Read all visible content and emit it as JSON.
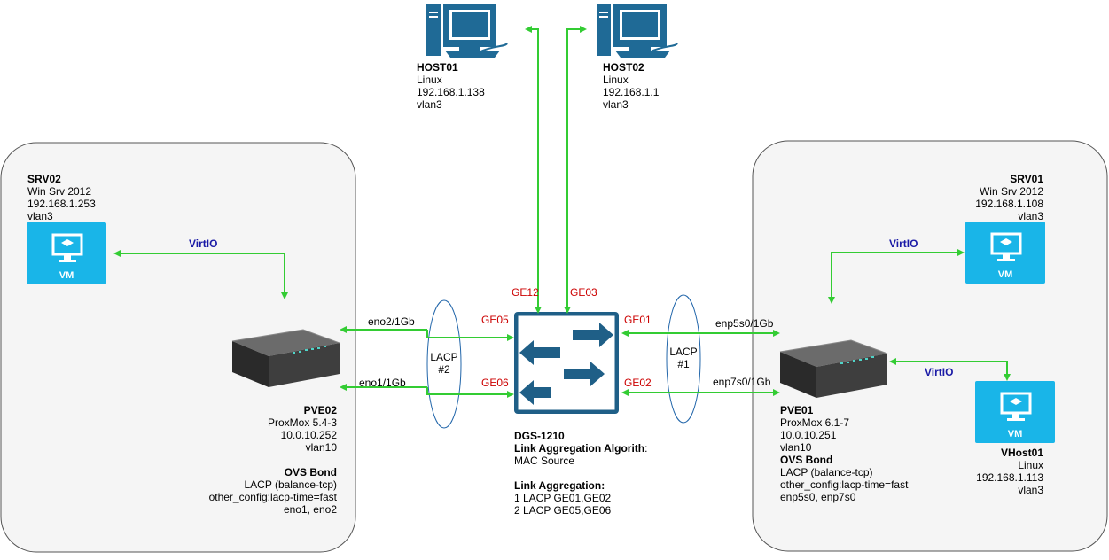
{
  "hosts": {
    "host01": {
      "name": "HOST01",
      "os": "Linux",
      "ip": "192.168.1.138",
      "vlan": "vlan3"
    },
    "host02": {
      "name": "HOST02",
      "os": "Linux",
      "ip": "192.168.1.1",
      "vlan": "vlan3"
    }
  },
  "srv02": {
    "name": "SRV02",
    "os": "Win Srv 2012",
    "ip": "192.168.1.253",
    "vlan": "vlan3"
  },
  "srv01": {
    "name": "SRV01",
    "os": "Win Srv 2012",
    "ip": "192.168.1.108",
    "vlan": "vlan3"
  },
  "vhost01": {
    "name": "VHost01",
    "os": "Linux",
    "ip": "192.168.1.113",
    "vlan": "vlan3"
  },
  "vm_label": "VM",
  "virtio_label": "VirtIO",
  "pve02": {
    "name": "PVE02",
    "version": "ProxMox 5.4-3",
    "ip": "10.0.10.252",
    "vlan": "vlan10",
    "bond_title": "OVS Bond",
    "bond_mode": "LACP (balance-tcp)",
    "bond_config": "other_config:lacp-time=fast",
    "bond_ifaces": "eno1, eno2"
  },
  "pve01": {
    "name": "PVE01",
    "version": "ProxMox 6.1-7",
    "ip": "10.0.10.251",
    "vlan": "vlan10",
    "bond_title": "OVS Bond",
    "bond_mode": "LACP (balance-tcp)",
    "bond_config": "other_config:lacp-time=fast",
    "bond_ifaces": "enp5s0, enp7s0"
  },
  "switch": {
    "name": "DGS-1210",
    "algo_title": "Link Aggregation Algorith",
    "algo_colon": ":",
    "algo_value": "MAC Source",
    "agg_title": "Link Aggregation:",
    "agg_lines": [
      "1 LACP GE01,GE02",
      "2 LACP GE05,GE06"
    ]
  },
  "ports": {
    "ge12": "GE12",
    "ge03": "GE03",
    "ge05": "GE05",
    "ge06": "GE06",
    "ge01": "GE01",
    "ge02": "GE02"
  },
  "links": {
    "eno2": "eno2/1Gb",
    "eno1": "eno1/1Gb",
    "enp5s0": "enp5s0/1Gb",
    "enp7s0": "enp7s0/1Gb"
  },
  "lacp": {
    "left": {
      "name": "LACP",
      "num": "#2"
    },
    "right": {
      "name": "LACP",
      "num": "#1"
    }
  },
  "colors": {
    "link_green": "#33cc33",
    "port_red": "#cc0000",
    "virtio_blue": "#1a1aa6",
    "vm_cyan": "#19b5e8",
    "switch_blue": "#1f5f87",
    "host_blue": "#1f6a96"
  }
}
